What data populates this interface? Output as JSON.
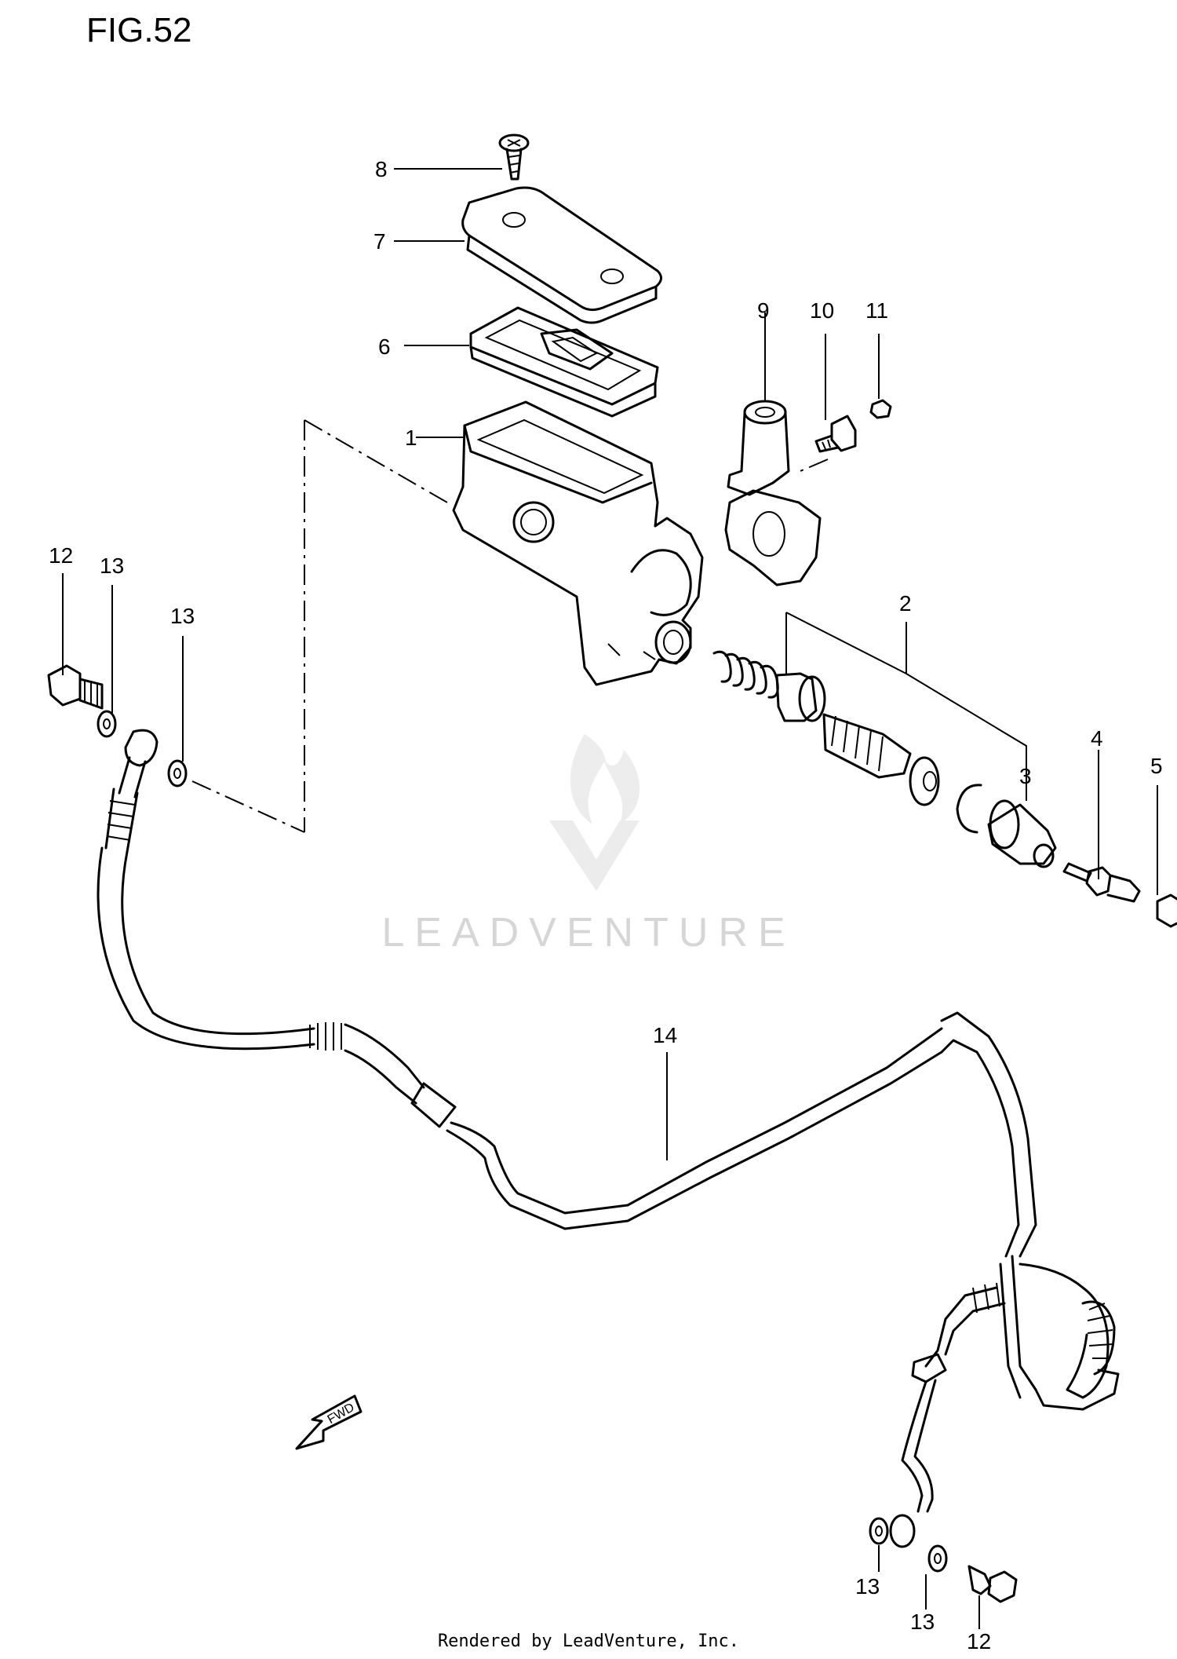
{
  "title": "FIG.52",
  "footer": "Rendered by LeadVenture, Inc.",
  "watermark": "LEADVENTURE",
  "fwd_label": "FWD",
  "callouts": {
    "c1": "1",
    "c2": "2",
    "c3": "3",
    "c4": "4",
    "c5": "5",
    "c6": "6",
    "c7": "7",
    "c8": "8",
    "c9": "9",
    "c10": "10",
    "c11": "11",
    "c12a": "12",
    "c12b": "12",
    "c13a": "13",
    "c13b": "13",
    "c13c": "13",
    "c13d": "13",
    "c14": "14"
  }
}
